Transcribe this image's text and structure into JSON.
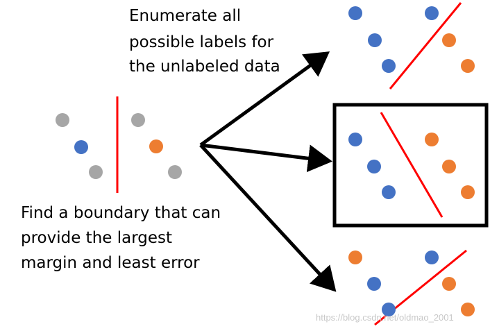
{
  "captions": {
    "top": [
      "Enumerate all",
      "possible labels for",
      "the unlabeled data"
    ],
    "bottom": [
      "Find a boundary that can",
      "provide the largest",
      "margin and least error"
    ]
  },
  "watermark": "https://blog.csdn.net/oldmao_2001",
  "colors": {
    "unlabeled": "#a6a6a6",
    "class_blue": "#4472c4",
    "class_orange": "#ed7d31",
    "boundary": "#ff0000",
    "arrow": "#000000",
    "highlight_frame": "#000000"
  },
  "panels": [
    {
      "name": "input",
      "points": [
        "unlabeled",
        "unlabeled",
        "class_blue",
        "class_orange",
        "unlabeled",
        "unlabeled"
      ]
    },
    {
      "name": "labeling-1",
      "points": [
        "class_blue",
        "class_blue",
        "class_blue",
        "class_blue",
        "class_orange",
        "class_orange"
      ]
    },
    {
      "name": "labeling-2",
      "selected": true,
      "points": [
        "class_blue",
        "class_blue",
        "class_blue",
        "class_orange",
        "class_orange",
        "class_orange"
      ]
    },
    {
      "name": "labeling-3",
      "points": [
        "class_orange",
        "class_blue",
        "class_blue",
        "class_blue",
        "class_orange",
        "class_orange"
      ]
    }
  ]
}
